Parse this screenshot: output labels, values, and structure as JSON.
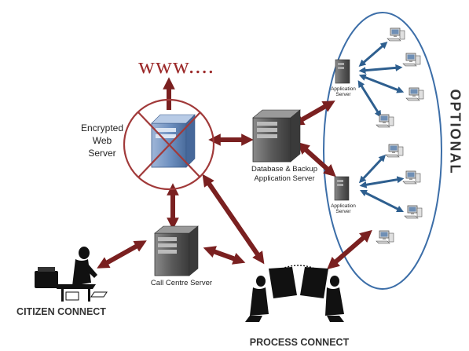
{
  "labels": {
    "www": "www....",
    "encrypted_web_server": [
      "Encrypted",
      "Web",
      "Server"
    ],
    "database_server": [
      "Database & Backup",
      "Application Server"
    ],
    "call_centre_server": "Call Centre Server",
    "application_server_1": [
      "Application",
      "Server"
    ],
    "application_server_2": [
      "Application",
      "Server"
    ],
    "citizen_connect": "CITIZEN CONNECT",
    "process_connect": "PROCESS CONNECT",
    "optional": "OPTIONAL"
  },
  "colors": {
    "arrow_dark_red": "#7a2020",
    "arrow_blue": "#2e5f8f",
    "cross_red": "#a13a3a",
    "ellipse_blue": "#3c6ea8",
    "server_gray": "#5a5a5a",
    "web_server_blue": "#6d8fbf"
  }
}
